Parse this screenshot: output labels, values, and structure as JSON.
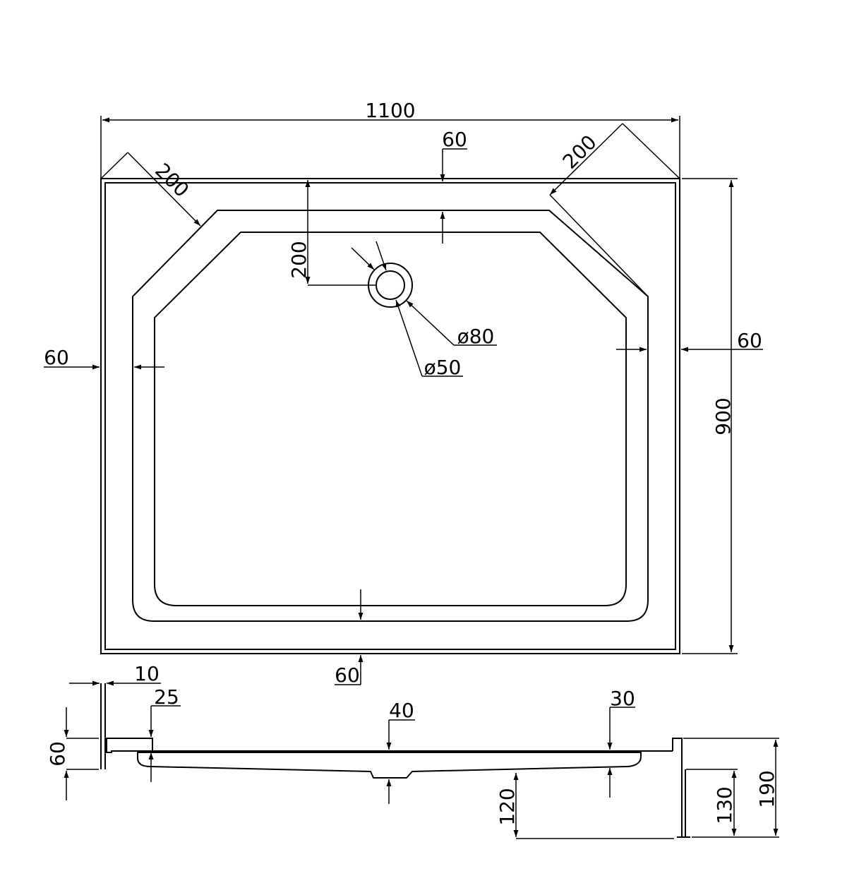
{
  "plan": {
    "overall_width": "1100",
    "overall_depth": "900",
    "corner_left": "200",
    "corner_right": "200",
    "rim_top": "60",
    "rim_left": "60",
    "rim_right": "60",
    "rim_bottom": "60",
    "drain_offset": "200",
    "drain_outer": "ø80",
    "drain_inner": "ø50"
  },
  "section": {
    "lip": "10",
    "inset": "25",
    "rim_height": "60",
    "center_depth": "40",
    "right_depth": "30",
    "clearance": "120",
    "leg_height": "130",
    "total_height": "190"
  }
}
